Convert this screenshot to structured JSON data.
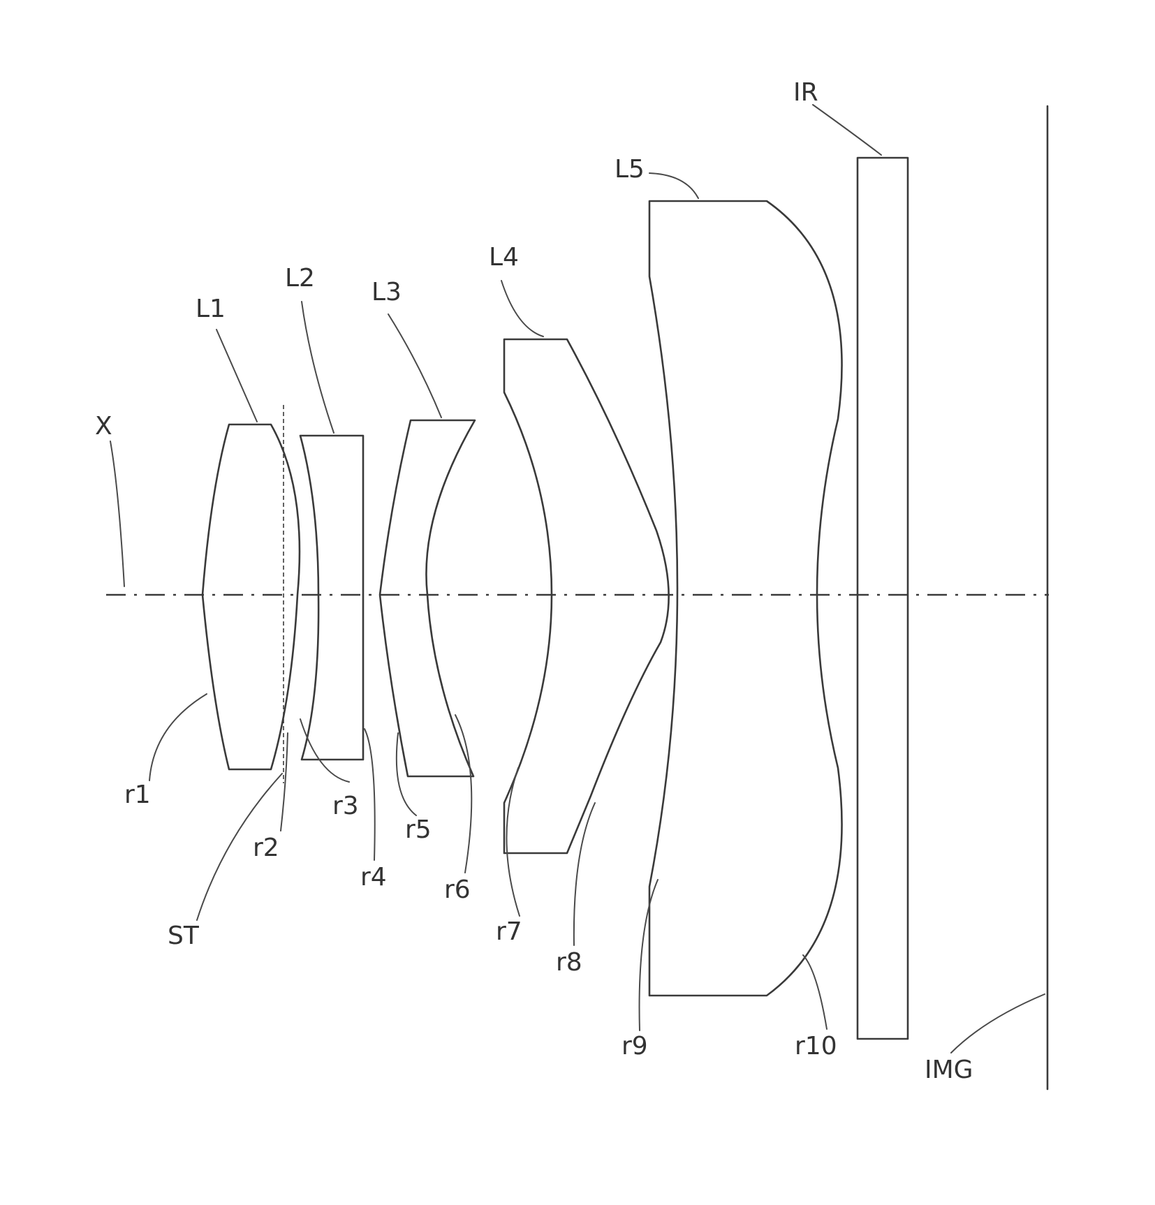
{
  "labels": {
    "axis": "X",
    "lens1": "L1",
    "lens2": "L2",
    "lens3": "L3",
    "lens4": "L4",
    "lens5": "L5",
    "filter": "IR",
    "stop": "ST",
    "image_plane": "IMG",
    "r1": "r1",
    "r2": "r2",
    "r3": "r3",
    "r4": "r4",
    "r5": "r5",
    "r6": "r6",
    "r7": "r7",
    "r8": "r8",
    "r9": "r9",
    "r10": "r10"
  }
}
